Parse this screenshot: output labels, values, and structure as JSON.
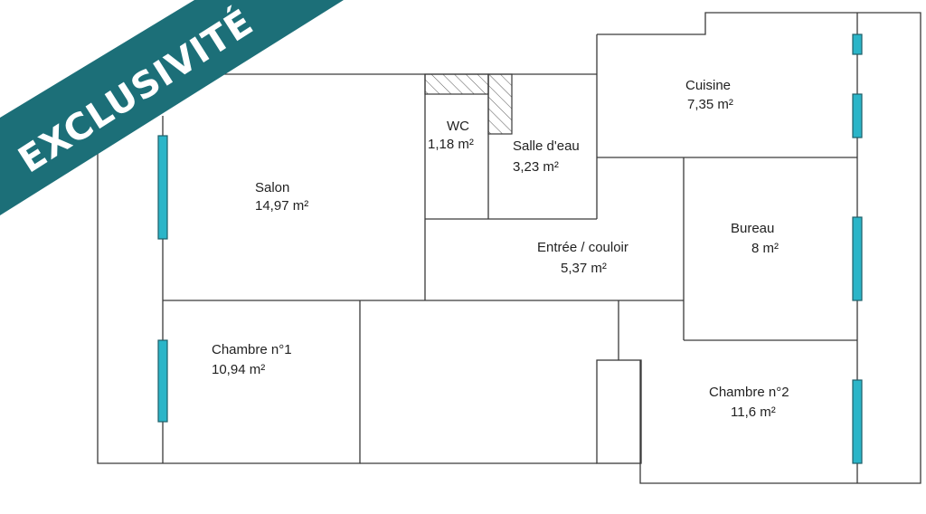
{
  "banner": {
    "text": "EXCLUSIVITÉ",
    "color": "#1c6f78"
  },
  "window_color": "#2bb5c8",
  "rooms": [
    {
      "id": "salon",
      "name": "Salon",
      "area": "14,97  m²"
    },
    {
      "id": "wc",
      "name": "WC",
      "area": "1,18  m²"
    },
    {
      "id": "salle-deau",
      "name": "Salle d'eau",
      "area": "3,23  m²"
    },
    {
      "id": "cuisine",
      "name": "Cuisine",
      "area": "7,35  m²"
    },
    {
      "id": "bureau",
      "name": "Bureau",
      "area": "8  m²"
    },
    {
      "id": "entree",
      "name": "Entrée / couloir",
      "area": "5,37  m²"
    },
    {
      "id": "chambre1",
      "name": "Chambre n°1",
      "area": "10,94  m²"
    },
    {
      "id": "chambre2",
      "name": "Chambre n°2",
      "area": "11,6  m²"
    }
  ]
}
